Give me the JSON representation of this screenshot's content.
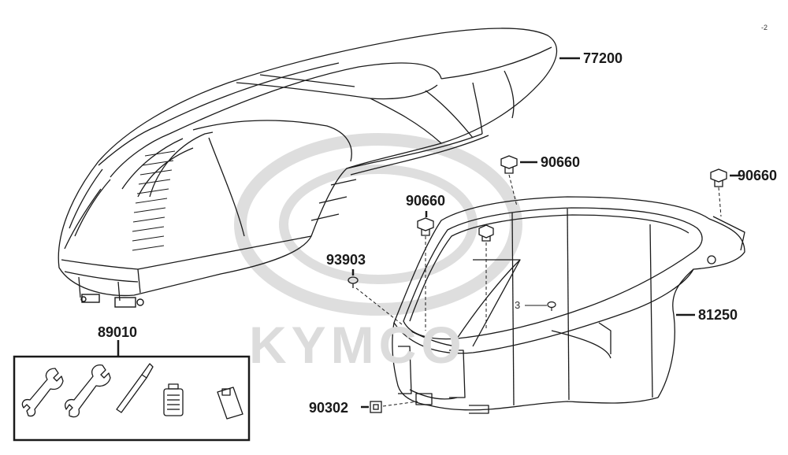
{
  "corner_mark": "-2",
  "watermark": {
    "brand": "KYMCO"
  },
  "callouts": {
    "seat": "77200",
    "bolt_top": "90660",
    "bolt_right": "90660",
    "bolt_left": "90660",
    "clip": "93903",
    "luggage_box": "81250",
    "tool_kit": "89010",
    "nut": "90302"
  },
  "annotations": {
    "clip_quantity": "3"
  },
  "colors": {
    "line": "#1a1a1a",
    "watermark": "#dcdcdc",
    "background": "#ffffff"
  }
}
